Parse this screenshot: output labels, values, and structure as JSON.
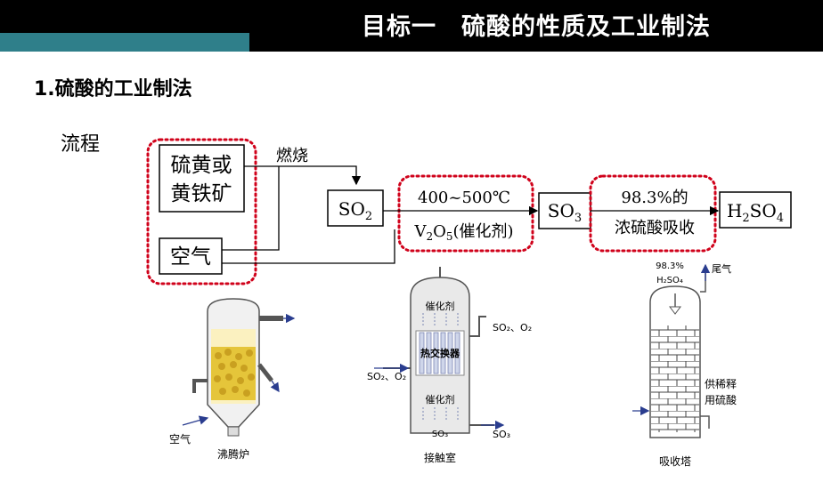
{
  "header": {
    "title": "目标一　硫酸的性质及工业制法"
  },
  "section": {
    "title": "1.硫酸的工业制法"
  },
  "flow": {
    "label": "流程",
    "raw_material_1": [
      "硫黄或",
      "黄铁矿"
    ],
    "raw_material_2": "空气",
    "burn_label": "燃烧",
    "so2": {
      "base": "SO",
      "sub": "2"
    },
    "condition_1": "400~500℃",
    "catalyst": {
      "v": "V",
      "v_sub": "2",
      "o": "O",
      "o_sub": "5",
      "tail": "(催化剂)"
    },
    "so3": {
      "base": "SO",
      "sub": "3"
    },
    "condition_2": [
      "98.3%的",
      "浓硫酸吸收"
    ],
    "h2so4": {
      "h": "H",
      "h_sub": "2",
      "so": "SO",
      "so_sub": "4"
    }
  },
  "equipment": {
    "furnace": {
      "name": "沸腾炉",
      "air_label": "空气"
    },
    "contact": {
      "name": "接触室",
      "catalyst_top": "催化剂",
      "heat_exchanger": "热交换器",
      "catalyst_bottom": "催化剂",
      "out_gas": "SO₂、O₂",
      "in_gas": "SO₂、O₂",
      "so3_inside": "SO₃",
      "so3_out": "SO₃"
    },
    "absorber": {
      "name": "吸收塔",
      "top_label_1": "98.3%",
      "top_label_2": "H₂SO₄",
      "tail_gas": "尾气",
      "side_label_1": "供稀释",
      "side_label_2": "用硫酸"
    }
  },
  "colors": {
    "header_bg": "#000000",
    "header_accent": "#2f7f8a",
    "highlight": "#d0021b",
    "packing": "#e5c53a"
  }
}
